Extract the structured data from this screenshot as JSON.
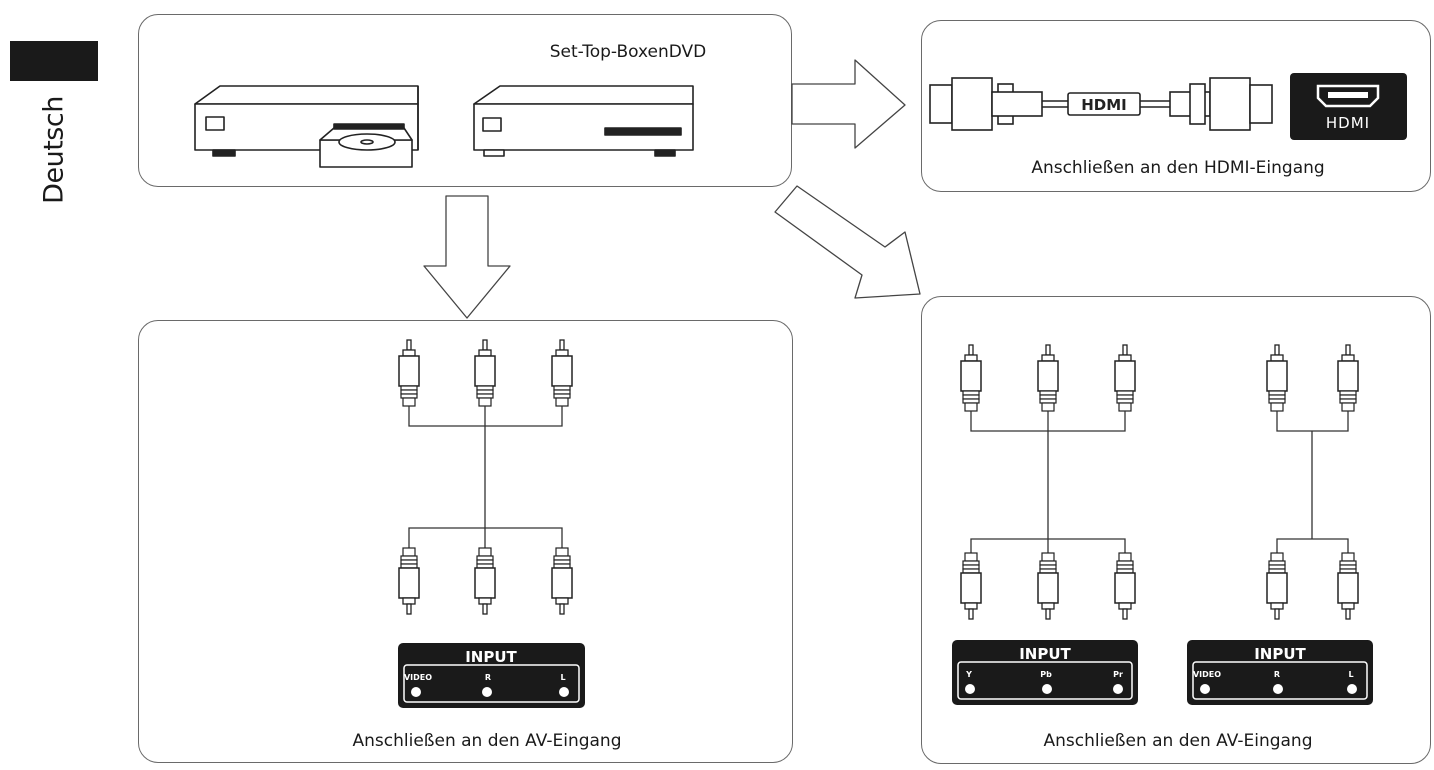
{
  "sidebar": {
    "language": "Deutsch"
  },
  "source": {
    "label": "Set-Top-BoxenDVD"
  },
  "hdmi": {
    "cable_label": "HDMI",
    "port_label": "HDMI",
    "caption": "Anschließen an den HDMI-Eingang"
  },
  "av_composite": {
    "panel_title": "INPUT",
    "jacks": [
      "VIDEO",
      "R",
      "L"
    ],
    "caption": "Anschließen an den AV-Eingang"
  },
  "av_component": {
    "component_panel": {
      "title": "INPUT",
      "jacks": [
        "Y",
        "Pb",
        "Pr"
      ]
    },
    "audio_panel": {
      "title": "INPUT",
      "jacks": [
        "VIDEO",
        "R",
        "L"
      ]
    },
    "caption": "Anschließen an den AV-Eingang"
  }
}
